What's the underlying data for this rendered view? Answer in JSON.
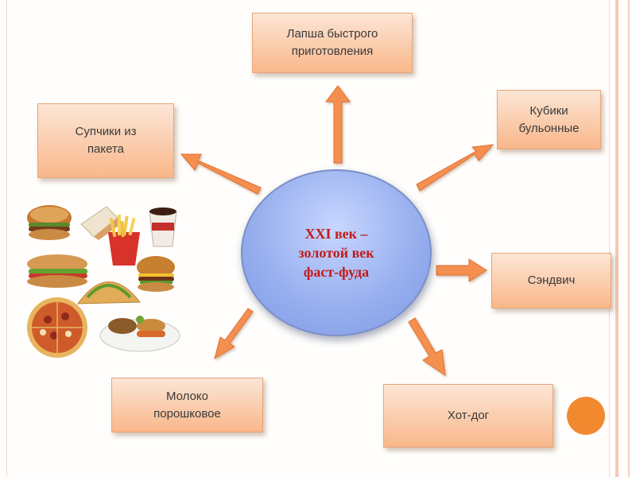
{
  "diagram": {
    "center": {
      "text": "XXI век –\nзолотой век\nфаст-фуда"
    },
    "nodes": {
      "noodles": "Лапша быстрого\nприготовления",
      "soup_packets": "Супчики из\nпакета",
      "bouillon_cubes": "Кубики\nбульонные",
      "sandwich": "Сэндвич",
      "milk_powder": "Молоко\nпорошковое",
      "hot_dog": "Хот-дог"
    },
    "colors": {
      "box_fill_top": "#fce6d6",
      "box_fill_bottom": "#f9b78a",
      "arrow_fill": "#f58f4f",
      "center_fill": "#98b0ef",
      "center_text": "#c41a1a",
      "accent_dot": "#f2892f"
    },
    "images": {
      "food_collage": "fast-food-collage"
    }
  }
}
